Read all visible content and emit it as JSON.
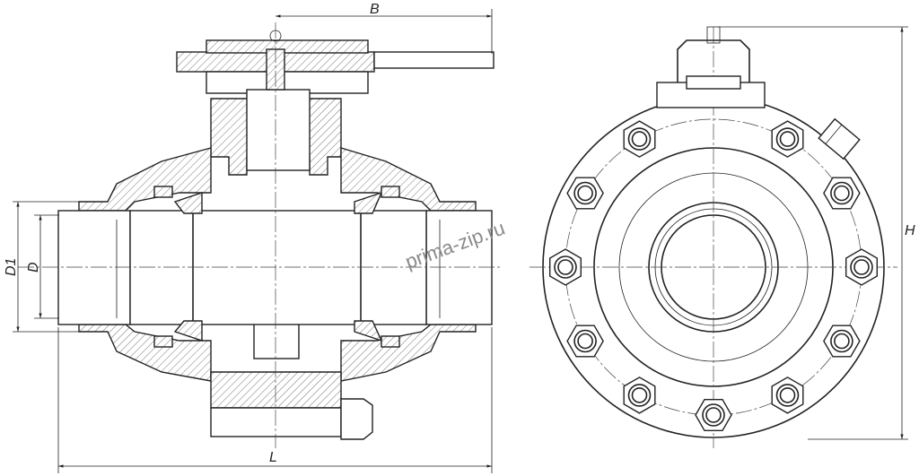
{
  "dimensions": {
    "B": "B",
    "L": "L",
    "H": "H",
    "D1": "D1",
    "D": "D"
  },
  "watermark": "prima-zip.ru",
  "flange_bolt_count": 12,
  "colors": {
    "line": "#222222",
    "watermark": "#8a8a8a"
  }
}
